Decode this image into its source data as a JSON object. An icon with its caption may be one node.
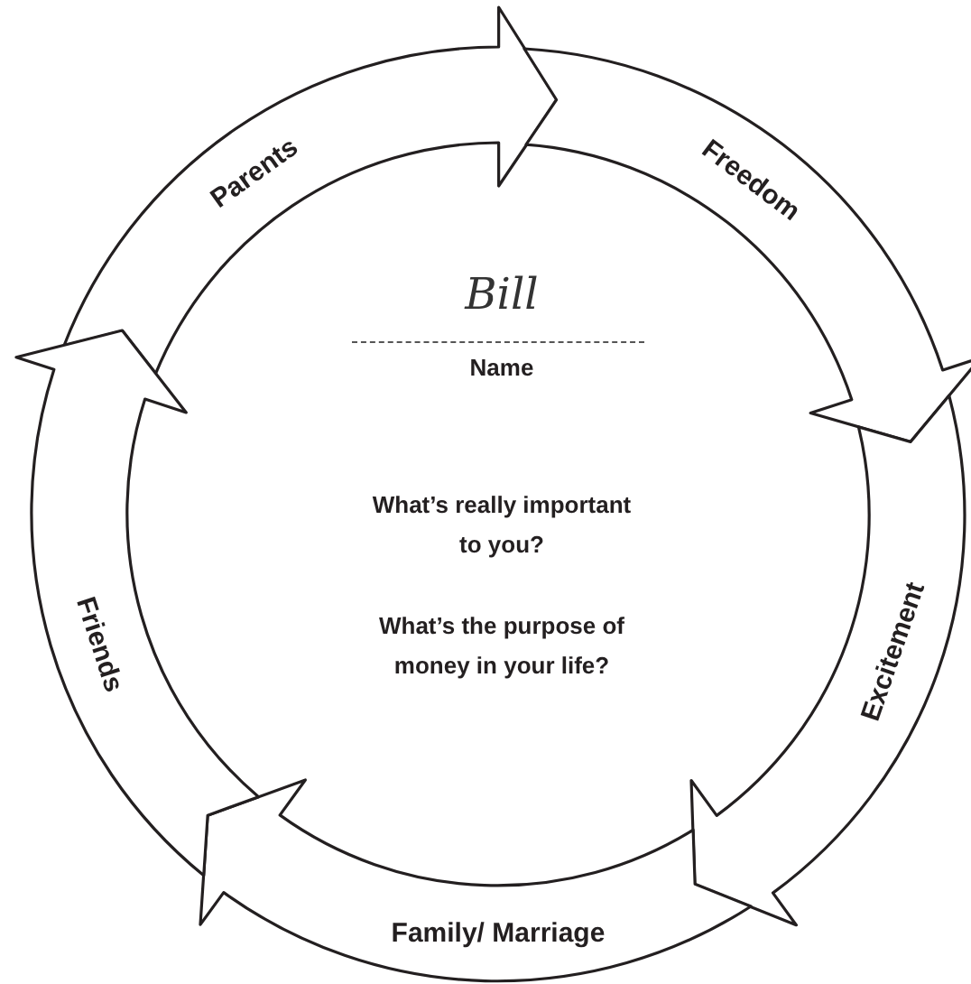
{
  "diagram": {
    "nodes": [
      {
        "text": [
          "Parents"
        ]
      },
      {
        "text": [
          "Freedom"
        ]
      },
      {
        "text": [
          "Excitement"
        ]
      },
      {
        "text": [
          "Family/ Marriage"
        ]
      },
      {
        "text": [
          "Friends"
        ]
      }
    ],
    "labels": [
      "Bill",
      "Name",
      "What’s really important to you?",
      "What’s the purpose of money in your life?"
    ]
  }
}
